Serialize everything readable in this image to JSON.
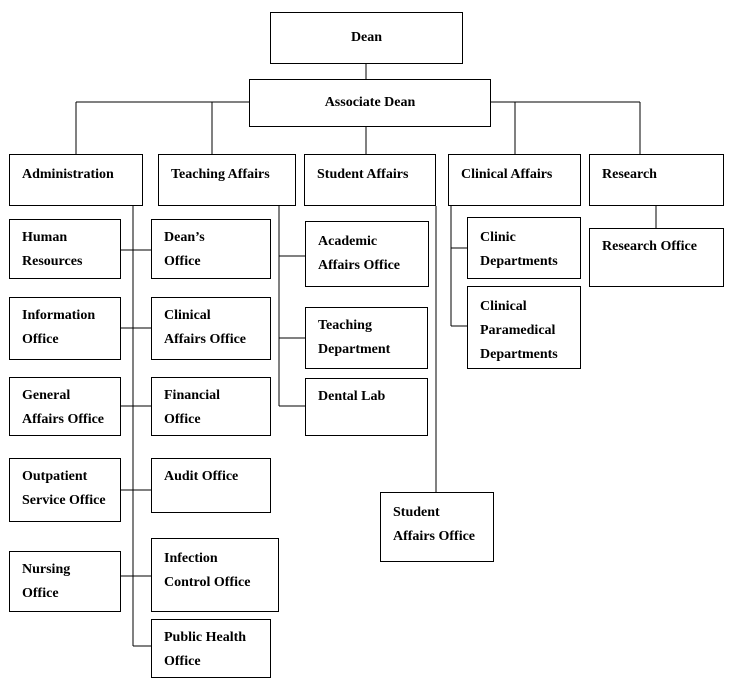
{
  "nodes": {
    "dean": "Dean",
    "associate_dean": "Associate Dean",
    "administration": "Administration",
    "teaching_affairs": "Teaching Affairs",
    "student_affairs": "Student Affairs",
    "clinical_affairs": "Clinical Affairs",
    "research": "Research",
    "human_resources": [
      "Human",
      "Resources"
    ],
    "information_office": [
      "Information",
      "Office"
    ],
    "general_affairs_office": [
      "General",
      "Affairs Office"
    ],
    "outpatient_service_office": [
      "Outpatient",
      "Service Office"
    ],
    "nursing_office": [
      "Nursing",
      "Office"
    ],
    "deans_office": [
      "Dean’s",
      "Office"
    ],
    "clinical_affairs_office": [
      "Clinical",
      "Affairs Office"
    ],
    "financial_office": [
      "Financial",
      "Office"
    ],
    "audit_office": "Audit Office",
    "infection_control_office": [
      "Infection",
      "Control Office"
    ],
    "public_health_office": [
      "Public Health",
      "Office"
    ],
    "academic_affairs_office": [
      "Academic",
      "Affairs Office"
    ],
    "teaching_department": [
      "Teaching",
      "Department"
    ],
    "dental_lab": "Dental Lab",
    "student_affairs_office": [
      "Student",
      "Affairs Office"
    ],
    "clinic_departments": [
      "Clinic",
      "Departments"
    ],
    "clinical_paramedical_departments": [
      "Clinical",
      "Paramedical",
      "Departments"
    ],
    "research_office": "Research Office"
  }
}
